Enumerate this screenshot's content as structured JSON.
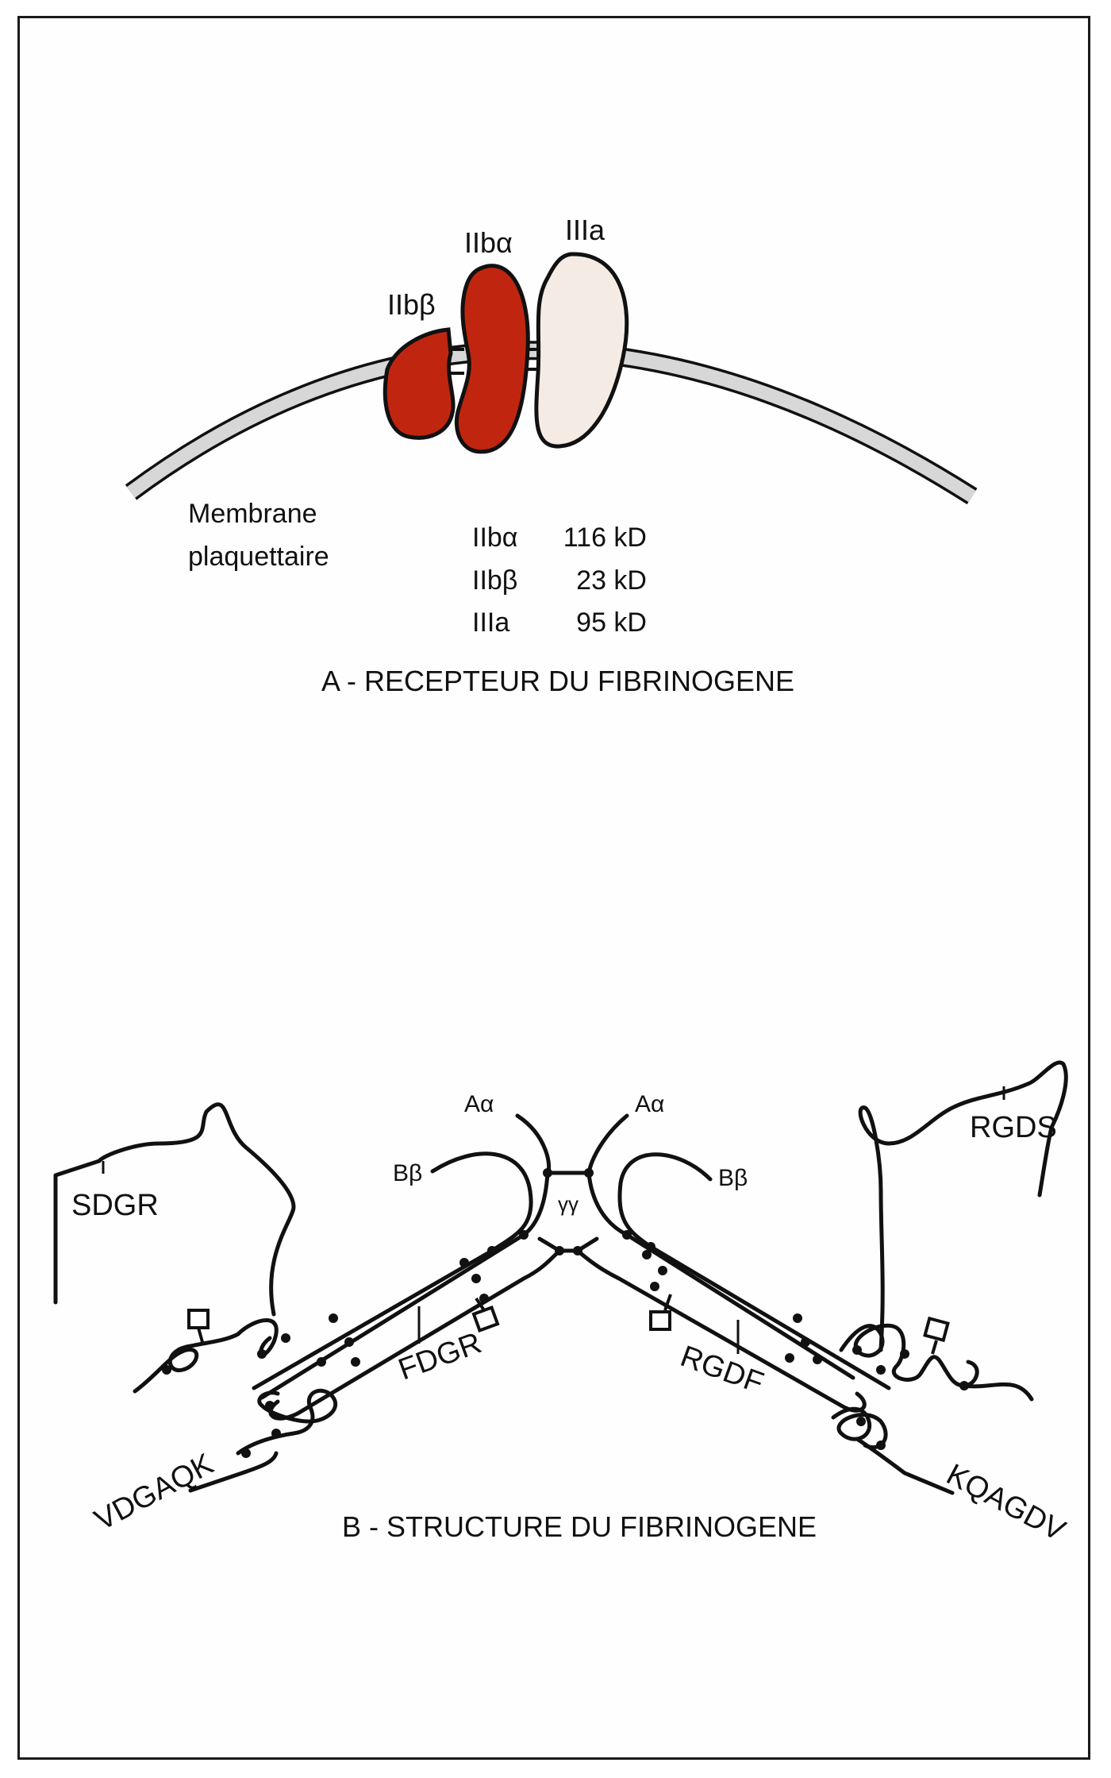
{
  "panel_a": {
    "labels": {
      "iib_alpha": "IIbα",
      "iib_beta": "IIbβ",
      "iiia": "IIIa",
      "membrane_line1": "Membrane",
      "membrane_line2": "plaquettaire"
    },
    "weights": [
      {
        "name": "IIbα",
        "value": "116 kD"
      },
      {
        "name": "IIbβ",
        "value": "23 kD"
      },
      {
        "name": "IIIa",
        "value": "95 kD"
      }
    ],
    "caption": "A - RECEPTEUR DU FIBRINOGENE"
  },
  "panel_b": {
    "labels": {
      "a_alpha_left": "Aα",
      "a_alpha_right": "Aα",
      "b_beta_left": "Bβ",
      "b_beta_right": "Bβ",
      "gamma_gamma": "γγ",
      "sdgr": "SDGR",
      "rgds": "RGDS",
      "fdgr": "FDGR",
      "rgdf": "RGDF",
      "vdgaqk": "VDGAQK",
      "kqagdv": "KQAGDV"
    },
    "caption": "B - STRUCTURE DU FIBRINOGENE"
  },
  "colors": {
    "subunit_red": "#c0260f",
    "subunit_pale": "#f4ece4",
    "membrane_fill": "#d7d7d7",
    "ink": "#111111"
  }
}
